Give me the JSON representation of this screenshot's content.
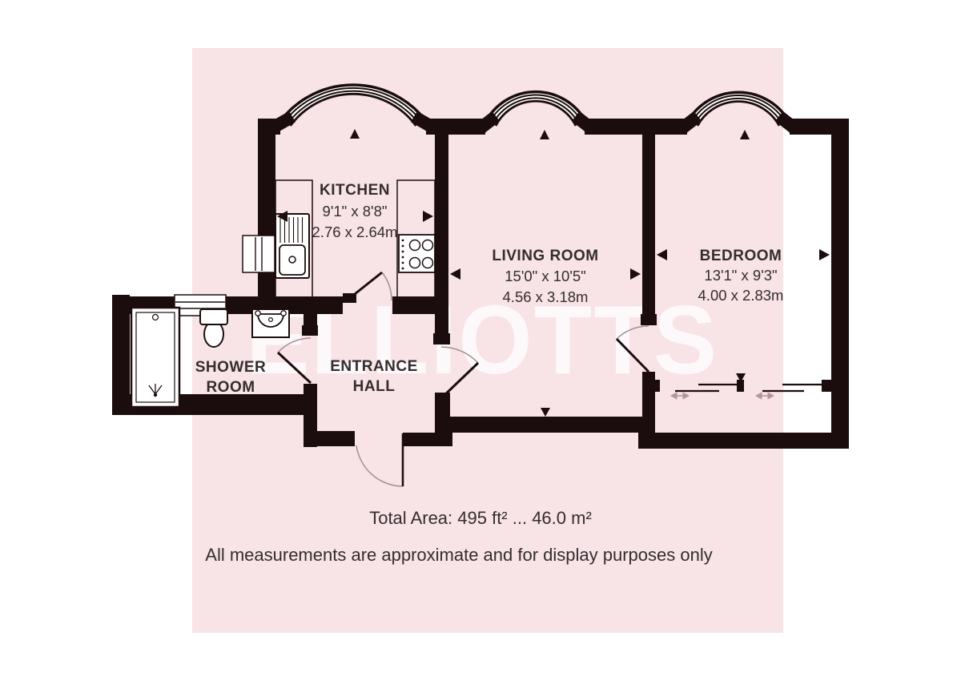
{
  "title": "Floor plan",
  "colors": {
    "page_bg": "#ffffff",
    "plan_bg": "#f8e3e7",
    "wall": "#1b0d0e",
    "label": "#332d2e",
    "door_arc": "#a29092",
    "slide_arrow": "#b5959c",
    "watermark": "#ffffff"
  },
  "watermark": {
    "text": "ELLIOTTS"
  },
  "rooms": [
    {
      "name": "KITCHEN",
      "dims_imperial": "9'1\" x 8'8\"",
      "dims_metric": "2.76 x 2.64m"
    },
    {
      "name": "LIVING ROOM",
      "dims_imperial": "15'0\" x 10'5\"",
      "dims_metric": "4.56 x 3.18m"
    },
    {
      "name": "BEDROOM",
      "dims_imperial": "13'1\" x 9'3\"",
      "dims_metric": "4.00 x 2.83m"
    },
    {
      "name_line1": "SHOWER",
      "name_line2": "ROOM"
    },
    {
      "name_line1": "ENTRANCE",
      "name_line2": "HALL"
    }
  ],
  "footer": {
    "total_area": "Total Area: 495 ft² ... 46.0 m²",
    "disclaimer": "All measurements are approximate and for display purposes only"
  }
}
